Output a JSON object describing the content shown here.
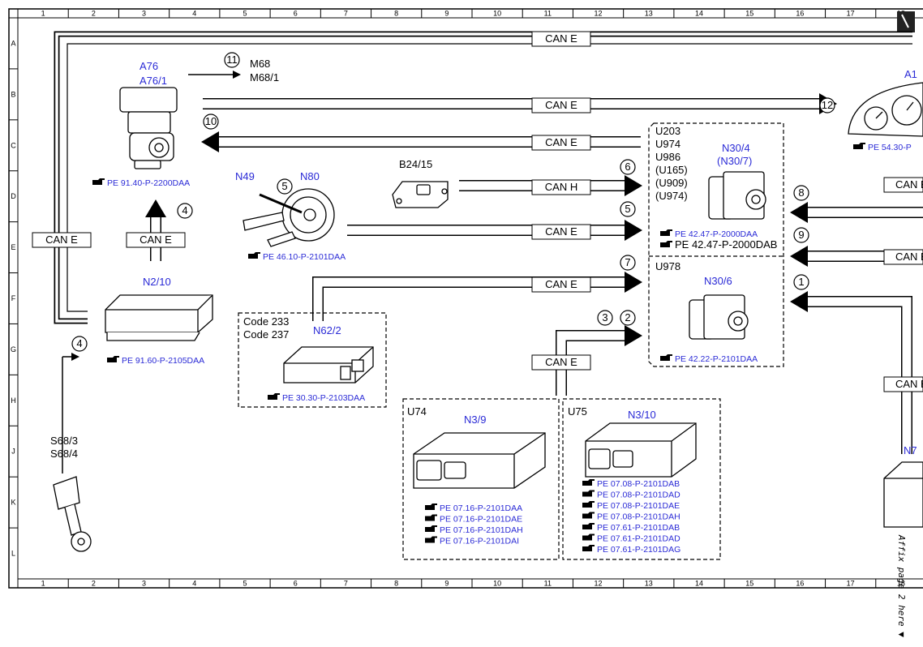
{
  "grid": {
    "columns": [
      "1",
      "2",
      "3",
      "4",
      "5",
      "6",
      "7",
      "8",
      "9",
      "10",
      "11",
      "12",
      "13",
      "14",
      "15",
      "16",
      "17",
      "18"
    ],
    "rows": [
      "A",
      "B",
      "C",
      "D",
      "E",
      "F",
      "G",
      "H",
      "J",
      "K",
      "L"
    ]
  },
  "bus": {
    "can_e": "CAN E",
    "can_h": "CAN H"
  },
  "components": {
    "a76": {
      "ids": [
        "A76",
        "A76/1"
      ],
      "ref": "PE 91.40-P-2200DAA"
    },
    "m68": {
      "ids": [
        "M68",
        "M68/1"
      ]
    },
    "a1": {
      "id": "A1",
      "ref": "PE 54.30-P"
    },
    "n49_n80": {
      "ids": [
        "N49",
        "N80"
      ],
      "ref": "PE 46.10-P-2101DAA"
    },
    "b24_15": {
      "id": "B24/15"
    },
    "n30_4": {
      "ids": [
        "N30/4",
        "(N30/7)"
      ],
      "variants": [
        "U203",
        "U974",
        "U986",
        "(U165)",
        "(U909)",
        "(U974)"
      ],
      "refs": [
        "PE 42.47-P-2000DAA",
        "PE 42.47-P-2000DAB"
      ]
    },
    "n30_6": {
      "id": "N30/6",
      "variant": "U978",
      "ref": "PE 42.22-P-2101DAA"
    },
    "n2_10": {
      "id": "N2/10",
      "ref": "PE 91.60-P-2105DAA"
    },
    "n62_2": {
      "id": "N62/2",
      "codes": [
        "Code 233",
        "Code 237"
      ],
      "ref": "PE 30.30-P-2103DAA"
    },
    "n3_9": {
      "id": "N3/9",
      "variant": "U74",
      "refs": [
        "PE 07.16-P-2101DAA",
        "PE 07.16-P-2101DAE",
        "PE 07.16-P-2101DAH",
        "PE 07.16-P-2101DAI"
      ]
    },
    "n3_10": {
      "id": "N3/10",
      "variant": "U75",
      "refs": [
        "PE 07.08-P-2101DAB",
        "PE 07.08-P-2101DAD",
        "PE 07.08-P-2101DAE",
        "PE 07.08-P-2101DAH",
        "PE 07.61-P-2101DAB",
        "PE 07.61-P-2101DAD",
        "PE 07.61-P-2101DAG"
      ]
    },
    "s68": {
      "ids": [
        "S68/3",
        "S68/4"
      ]
    },
    "n7": {
      "id": "N7"
    }
  },
  "callouts": [
    "1",
    "2",
    "3",
    "4",
    "5",
    "6",
    "7",
    "8",
    "9",
    "10",
    "11",
    "12"
  ],
  "side_note": "Affix page 2 here ▼",
  "colors": {
    "link_blue": "#2a2ad6",
    "line": "#000000"
  }
}
